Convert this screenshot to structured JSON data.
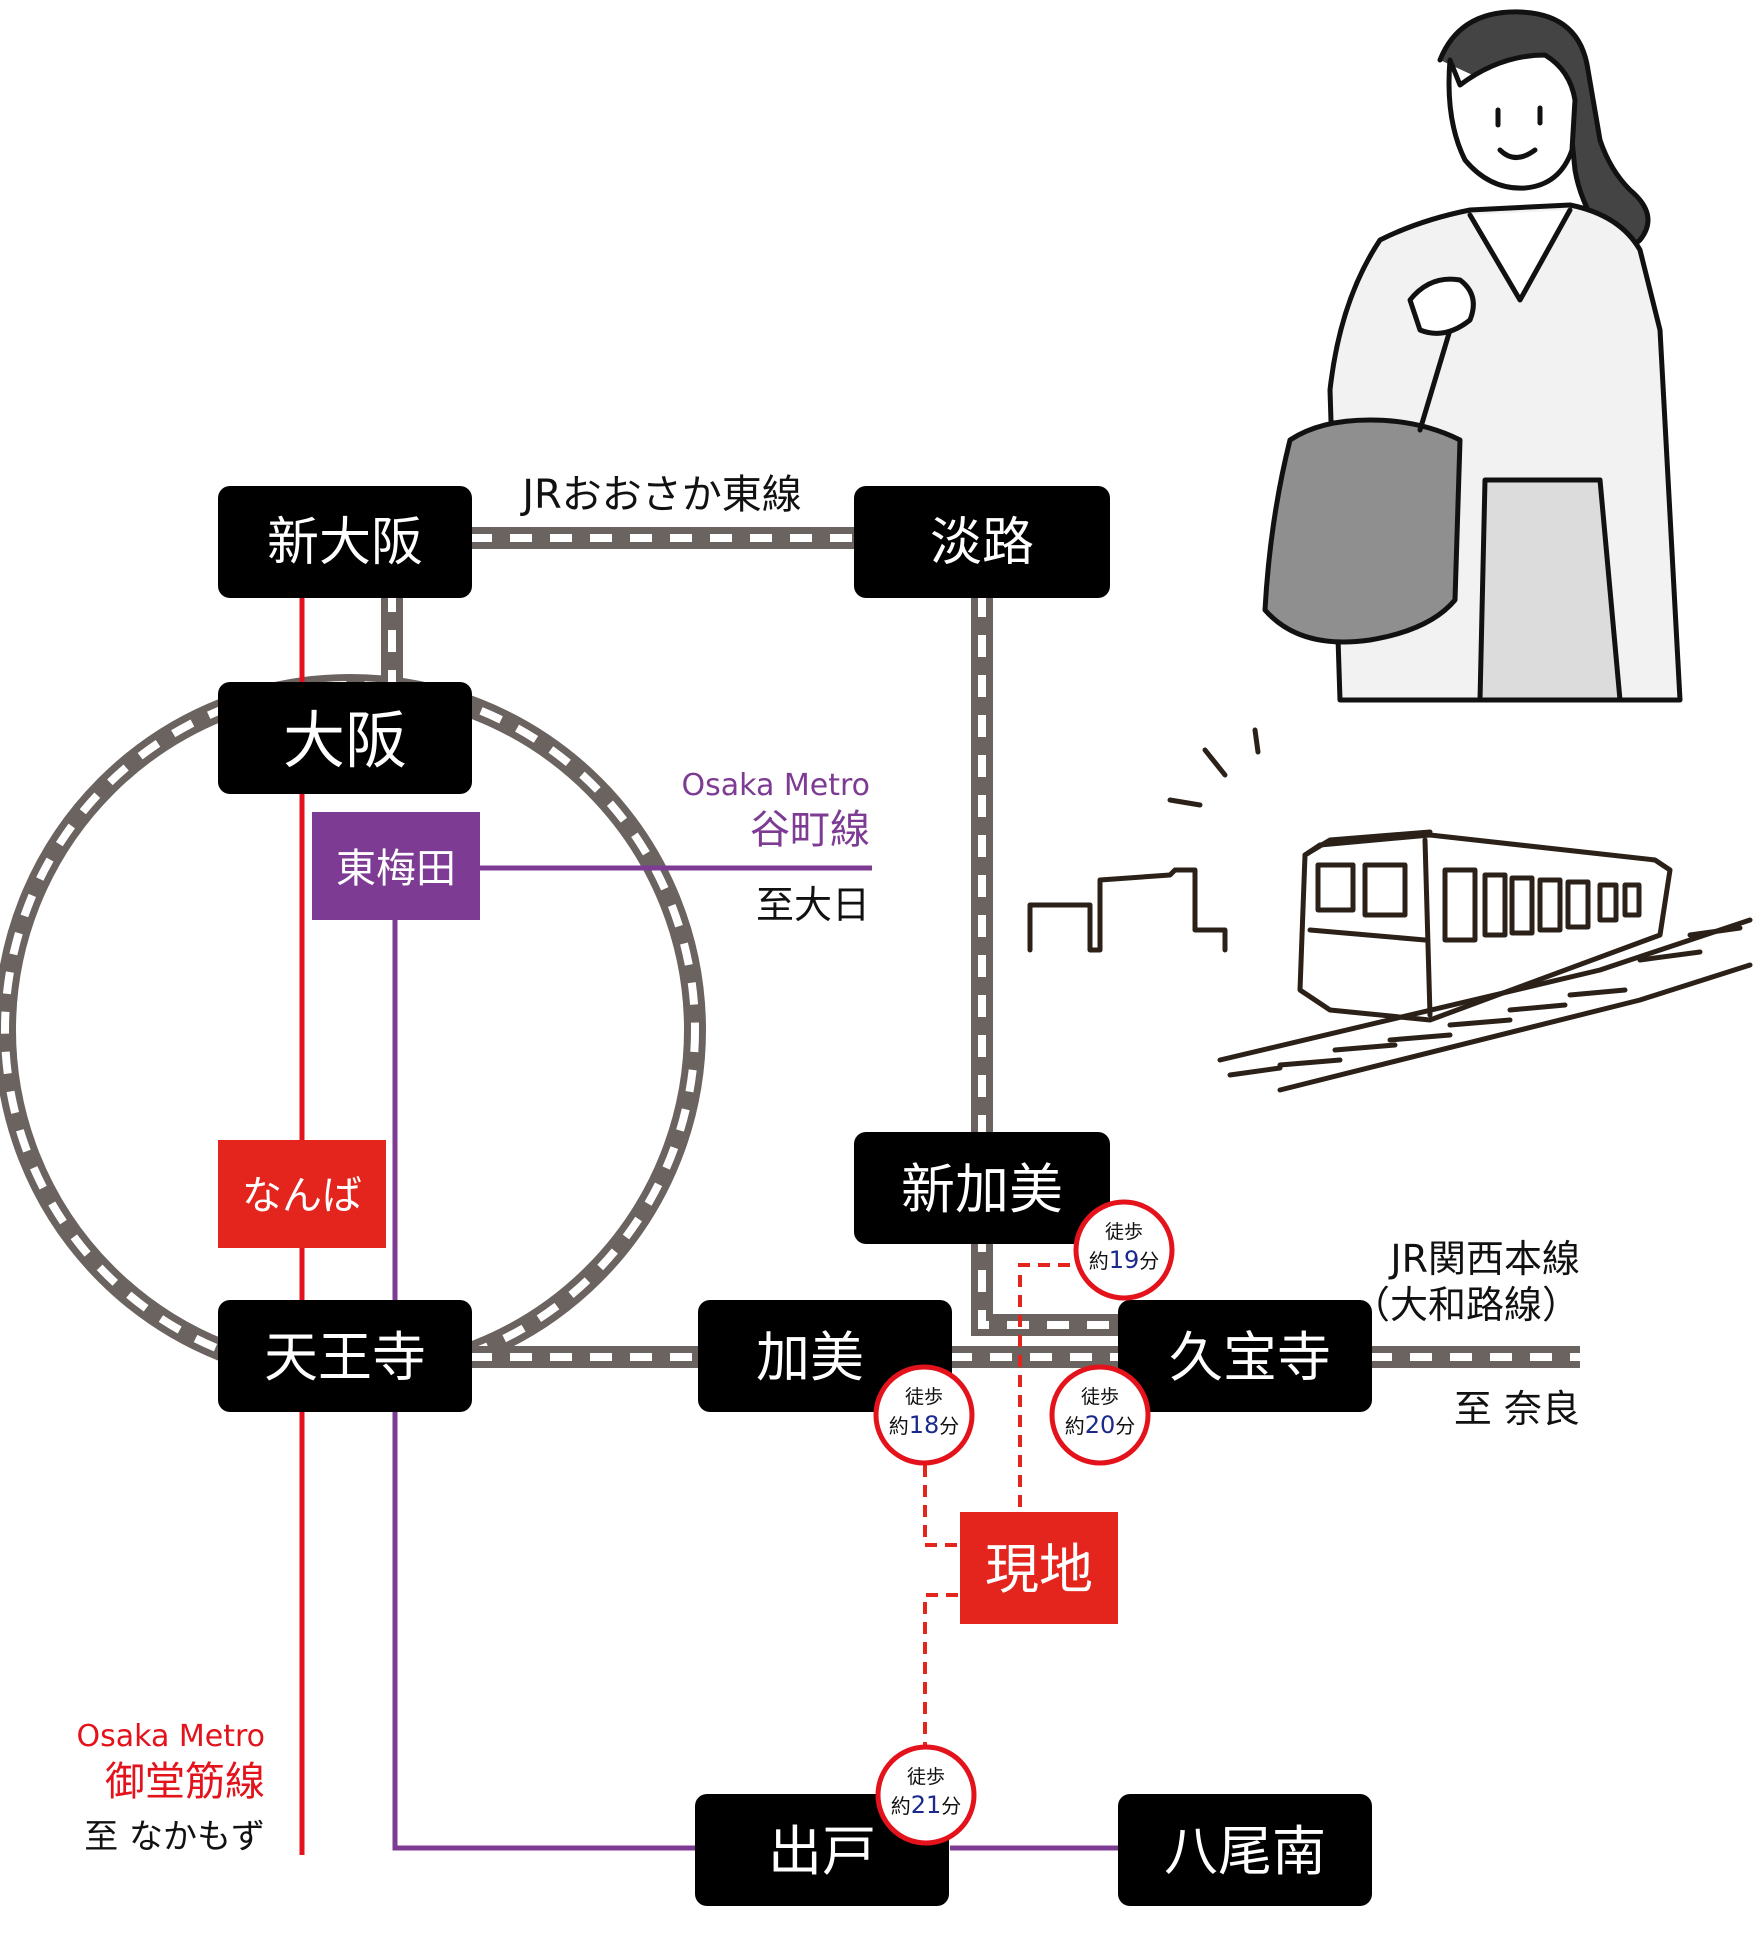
{
  "stations": {
    "shin_osaka": "新大阪",
    "awaji": "淡路",
    "osaka": "大阪",
    "higashi_umeda": "東梅田",
    "namba": "なんば",
    "tennoji": "天王寺",
    "shinkami": "新加美",
    "kami": "加美",
    "kyuhoji": "久宝寺",
    "genchi": "現地",
    "dedo": "出戸",
    "yao_minami": "八尾南"
  },
  "lines": {
    "jr_osaka_higashi": "JRおおさか東線",
    "tanimachi_company": "Osaka Metro",
    "tanimachi_name": "谷町線",
    "tanimachi_dest": "至大日",
    "jr_kansai_line1": "JR関西本線",
    "jr_kansai_line2": "（大和路線）",
    "kansai_dest": "至 奈良",
    "midosuji_company": "Osaka Metro",
    "midosuji_name": "御堂筋線",
    "midosuji_dest": "至 なかもず"
  },
  "walk_badges": [
    {
      "label": "徒歩",
      "prefix": "約",
      "minutes": "19",
      "unit": "分"
    },
    {
      "label": "徒歩",
      "prefix": "約",
      "minutes": "18",
      "unit": "分"
    },
    {
      "label": "徒歩",
      "prefix": "約",
      "minutes": "20",
      "unit": "分"
    },
    {
      "label": "徒歩",
      "prefix": "約",
      "minutes": "21",
      "unit": "分"
    }
  ],
  "colors": {
    "jr_line": "#6b6360",
    "midosuji": "#e3121b",
    "tanimachi": "#7d3b93",
    "station_bg": "#000000",
    "highlight_red": "#e3251d",
    "walk_number": "#1a2a8c",
    "illustration_brown": "#2b2118"
  },
  "icons": [
    "woman-commuter-illustration",
    "train-illustration"
  ]
}
